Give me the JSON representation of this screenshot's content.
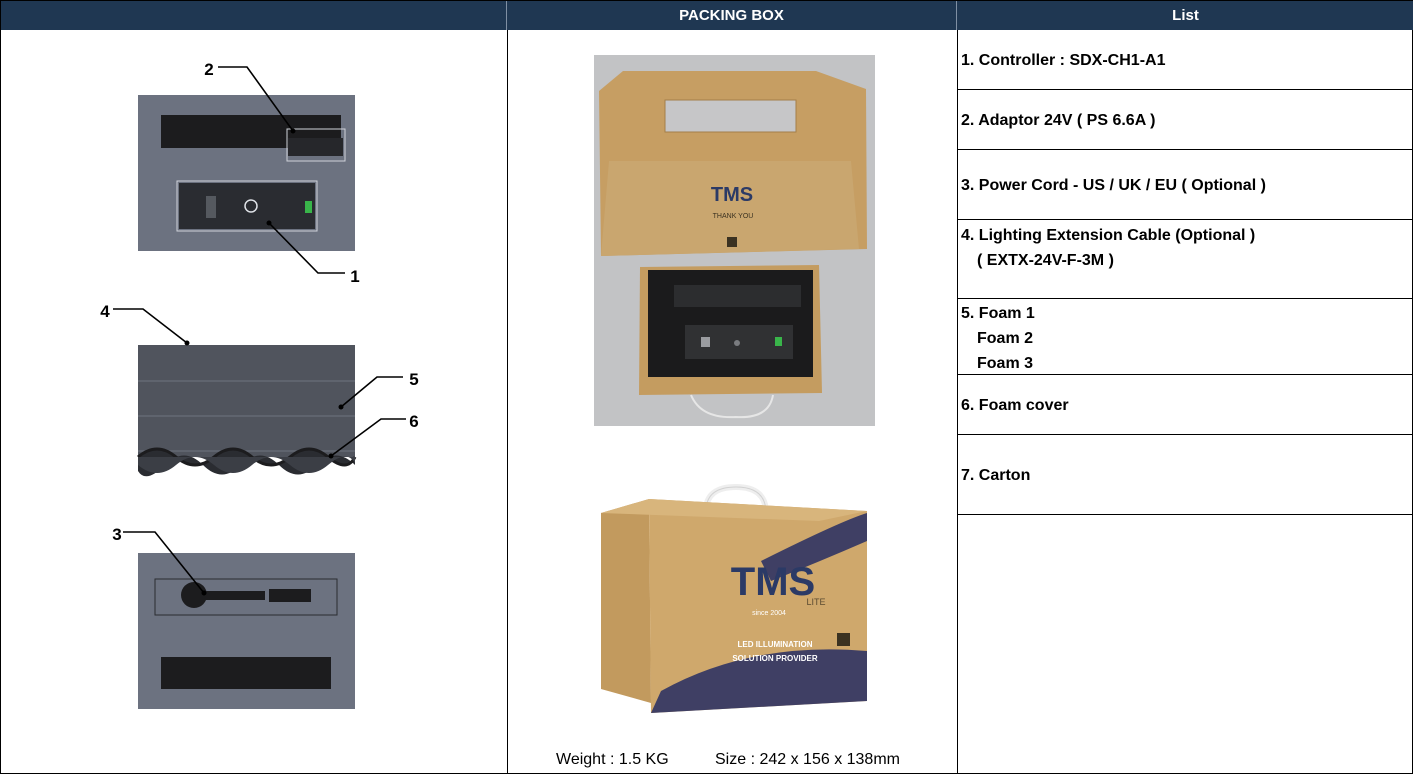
{
  "headers": {
    "drawings": "",
    "packing_box": "PACKING BOX",
    "list": "List"
  },
  "callouts": [
    "1",
    "2",
    "3",
    "4",
    "5",
    "6"
  ],
  "box_print": {
    "brand": "TMS",
    "brand_sub": "LITE",
    "since": "since 2004",
    "thanks": "THANK YOU",
    "tagline_1": "LED ILLUMINATION",
    "tagline_2": "SOLUTION PROVIDER"
  },
  "list_items": [
    {
      "lines": [
        "1. Controller : SDX-CH1-A1"
      ]
    },
    {
      "lines": [
        "2. Adaptor 24V ( PS 6.6A )"
      ]
    },
    {
      "lines": [
        "3. Power Cord - US / UK / EU ( Optional )"
      ]
    },
    {
      "lines": [
        "4. Lighting Extension Cable (Optional )",
        "( EXTX-24V-F-3M )"
      ]
    },
    {
      "lines": [
        "5. Foam 1",
        "Foam 2",
        "Foam 3"
      ]
    },
    {
      "lines": [
        "6. Foam cover"
      ]
    },
    {
      "lines": [
        "7. Carton"
      ]
    }
  ],
  "footer": {
    "weight": "Weight : 1.5 KG",
    "size": "Size : 242 x 156 x 138mm"
  },
  "colors": {
    "header_bg": "#1f3752",
    "header_text": "#ffffff",
    "drawing_bg": "#6a6f7c",
    "cardboard": "#c9a673"
  }
}
